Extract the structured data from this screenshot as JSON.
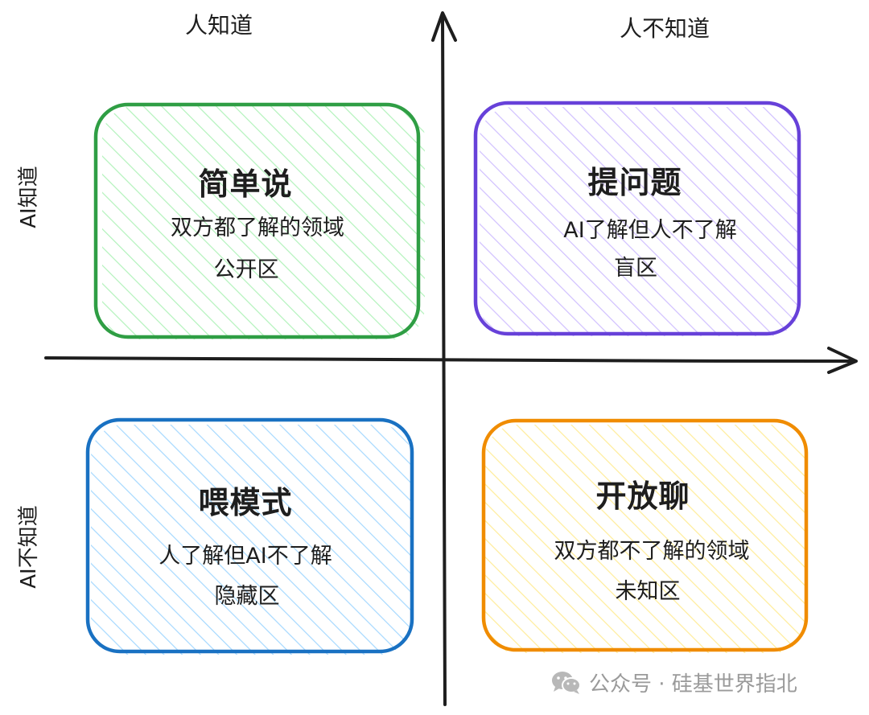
{
  "axes": {
    "top_left_label": "人知道",
    "top_right_label": "人不知道",
    "left_upper_label": "AI知道",
    "left_lower_label": "AI不知道"
  },
  "quadrants": {
    "top_left": {
      "title": "简单说",
      "description": "双方都了解的领域",
      "zone": "公开区",
      "border_color": "#2f9e44",
      "hatch_color": "#b2f2bb"
    },
    "top_right": {
      "title": "提问题",
      "description": "AI了解但人不了解",
      "zone": "盲区",
      "border_color": "#6741d9",
      "hatch_color": "#d0bfff"
    },
    "bottom_left": {
      "title": "喂模式",
      "description": "人了解但AI不了解",
      "zone": "隐藏区",
      "border_color": "#1971c2",
      "hatch_color": "#a5d8ff"
    },
    "bottom_right": {
      "title": "开放聊",
      "description": "双方都不了解的领域",
      "zone": "未知区",
      "border_color": "#f08c00",
      "hatch_color": "#ffec99"
    }
  },
  "watermark": {
    "text": "公众号 · 硅基世界指北",
    "icon": "wechat-icon"
  }
}
